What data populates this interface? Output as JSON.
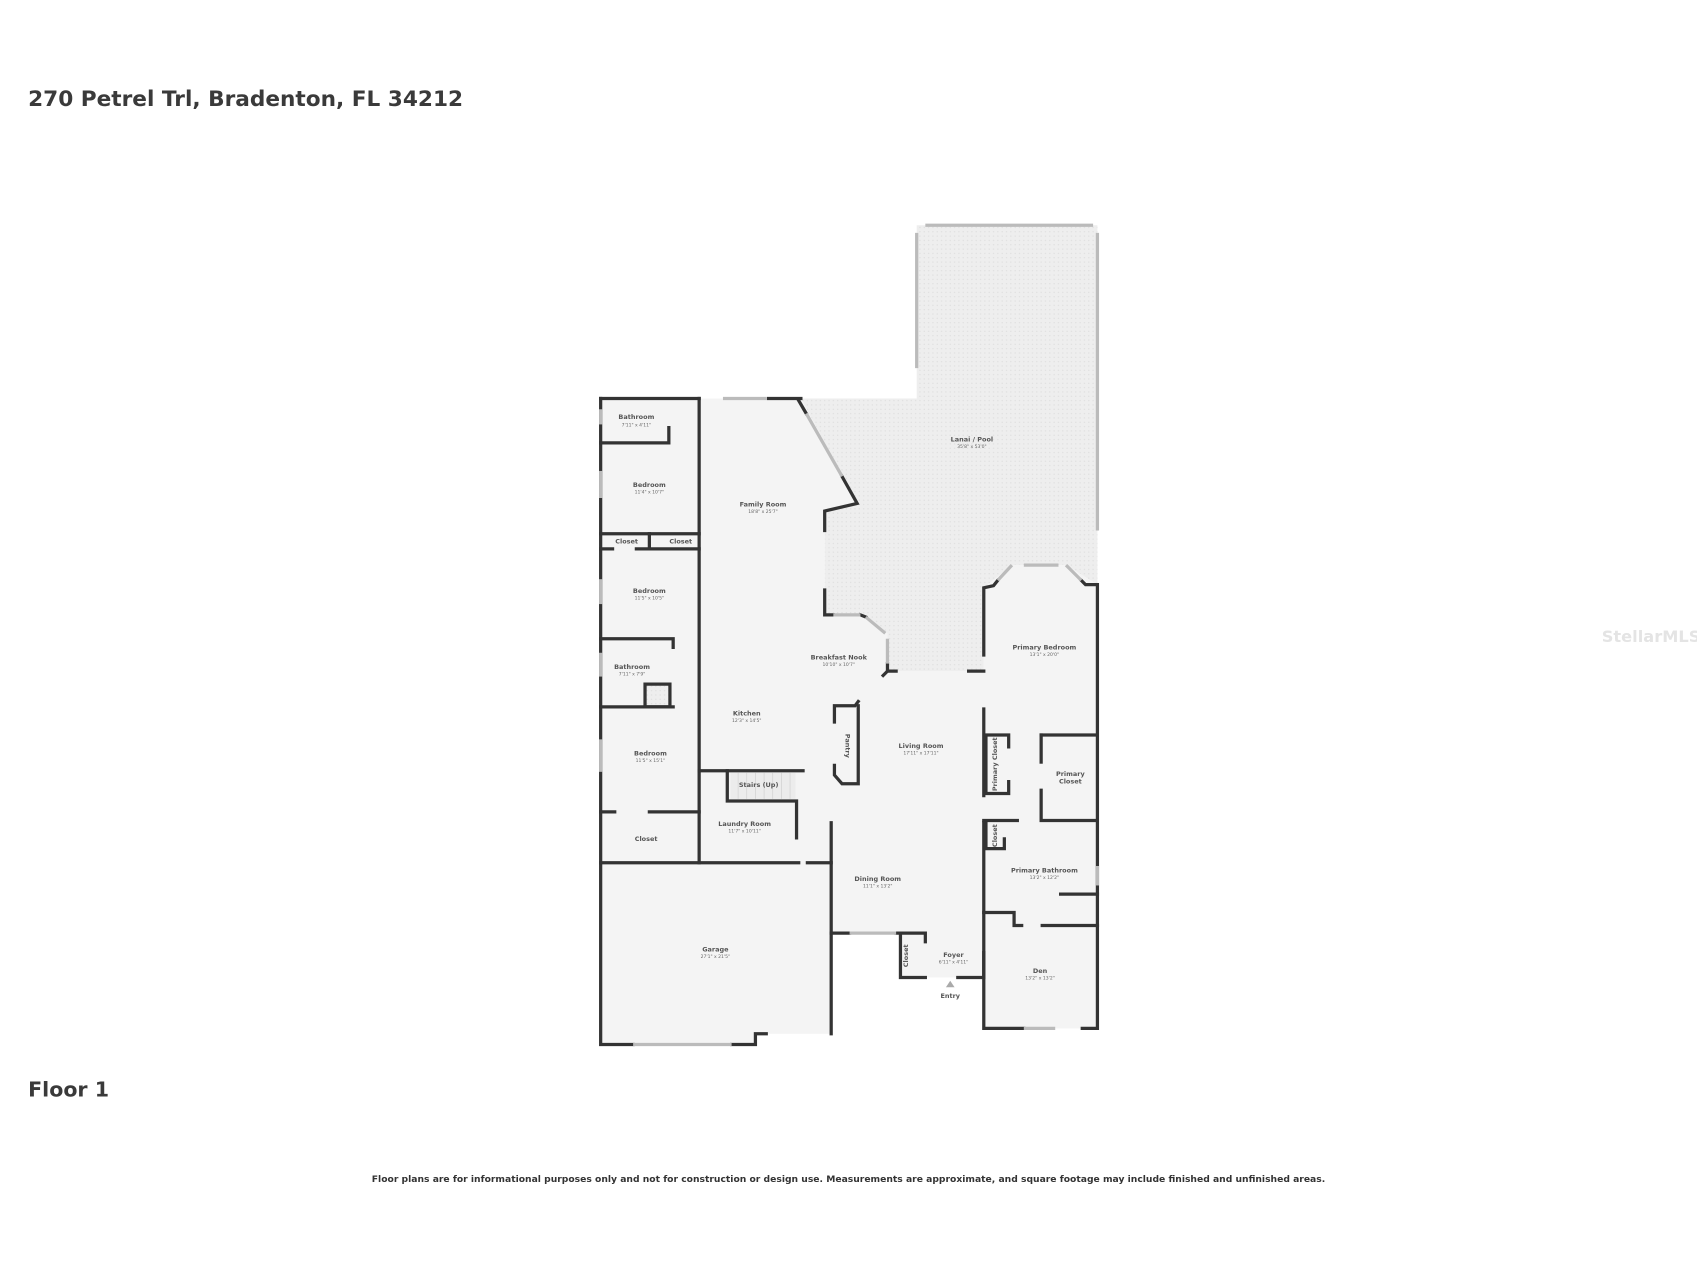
{
  "header": {
    "address": "270 Petrel Trl, Bradenton, FL 34212"
  },
  "floor_label": "Floor 1",
  "disclaimer": "Floor plans are for informational purposes only and not for construction or design use. Measurements are approximate, and square footage may include finished and unfinished areas.",
  "watermark": "StellarMLS",
  "colors": {
    "wall": "#333333",
    "floor": "#f4f4f4",
    "lanai": "#ececec"
  },
  "rooms": {
    "bath1": {
      "name": "Bathroom",
      "dims": "7'11\" x 4'11\""
    },
    "bed1": {
      "name": "Bedroom",
      "dims": "11'4\" x 10'7\""
    },
    "closet1": {
      "name": "Closet"
    },
    "closet2": {
      "name": "Closet"
    },
    "bed2": {
      "name": "Bedroom",
      "dims": "11'5\" x 10'5\""
    },
    "bath2": {
      "name": "Bathroom",
      "dims": "7'11\" x 7'9\""
    },
    "bed3": {
      "name": "Bedroom",
      "dims": "11'5\" x 15'1\""
    },
    "closet3": {
      "name": "Closet"
    },
    "family": {
      "name": "Family Room",
      "dims": "18'8\" x 25'7\""
    },
    "kitchen": {
      "name": "Kitchen",
      "dims": "12'3\" x 14'5\""
    },
    "nook": {
      "name": "Breakfast Nook",
      "dims": "10'10\" x 10'7\""
    },
    "pantry": {
      "name": "Pantry"
    },
    "stairs": {
      "name": "Stairs (Up)"
    },
    "laundry": {
      "name": "Laundry Room",
      "dims": "11'7\" x 10'11\""
    },
    "garage": {
      "name": "Garage",
      "dims": "27'1\" x 21'5\""
    },
    "living": {
      "name": "Living Room",
      "dims": "17'11\" x 17'11\""
    },
    "dining": {
      "name": "Dining Room",
      "dims": "11'1\" x 13'2\""
    },
    "foyer": {
      "name": "Foyer",
      "dims": "6'11\" x 4'11\""
    },
    "foyer_closet": {
      "name": "Closet"
    },
    "entry": {
      "name": "Entry"
    },
    "lanai": {
      "name": "Lanai / Pool",
      "dims": "35'8\" x 53'0\""
    },
    "primary_bed": {
      "name": "Primary Bedroom",
      "dims": "13'1\" x 20'0\""
    },
    "primary_closet_a": {
      "name": "Primary Closet"
    },
    "primary_closet_b1": {
      "name": "Primary"
    },
    "primary_closet_b2": {
      "name": "Closet"
    },
    "bath_closet": {
      "name": "Closet"
    },
    "primary_bath": {
      "name": "Primary Bathroom",
      "dims": "13'2\" x 12'2\""
    },
    "den": {
      "name": "Den",
      "dims": "13'2\" x 13'2\""
    }
  }
}
